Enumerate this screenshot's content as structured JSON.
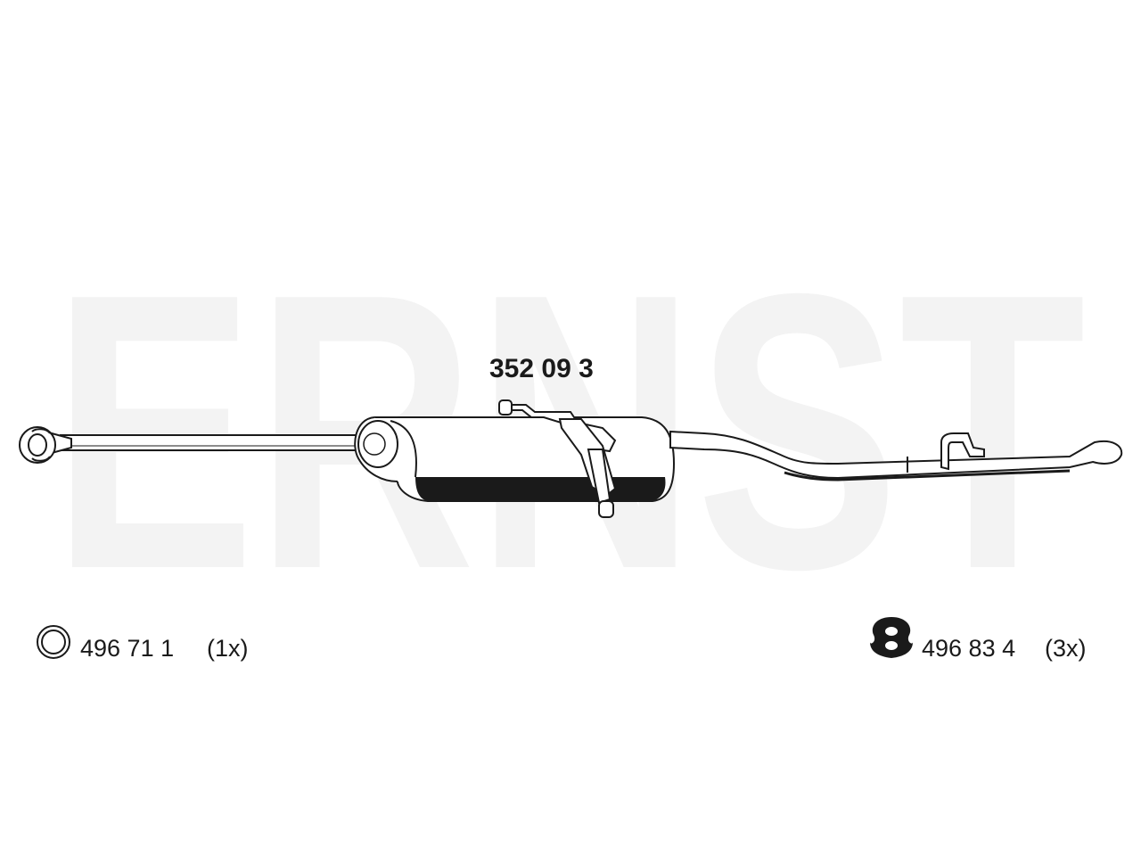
{
  "watermark": {
    "text": "ERNST"
  },
  "part_number": "352 09 3",
  "accessories": [
    {
      "icon": "ring-gasket-icon",
      "code": "496 71 1",
      "quantity": "(1x)"
    },
    {
      "icon": "rubber-hanger-icon",
      "code": "496 83 4",
      "quantity": "(3x)"
    }
  ],
  "colors": {
    "line": "#1a1a1a",
    "shadow": "#1a1a1a",
    "watermark": "#f3f3f3",
    "fill": "#ffffff"
  }
}
